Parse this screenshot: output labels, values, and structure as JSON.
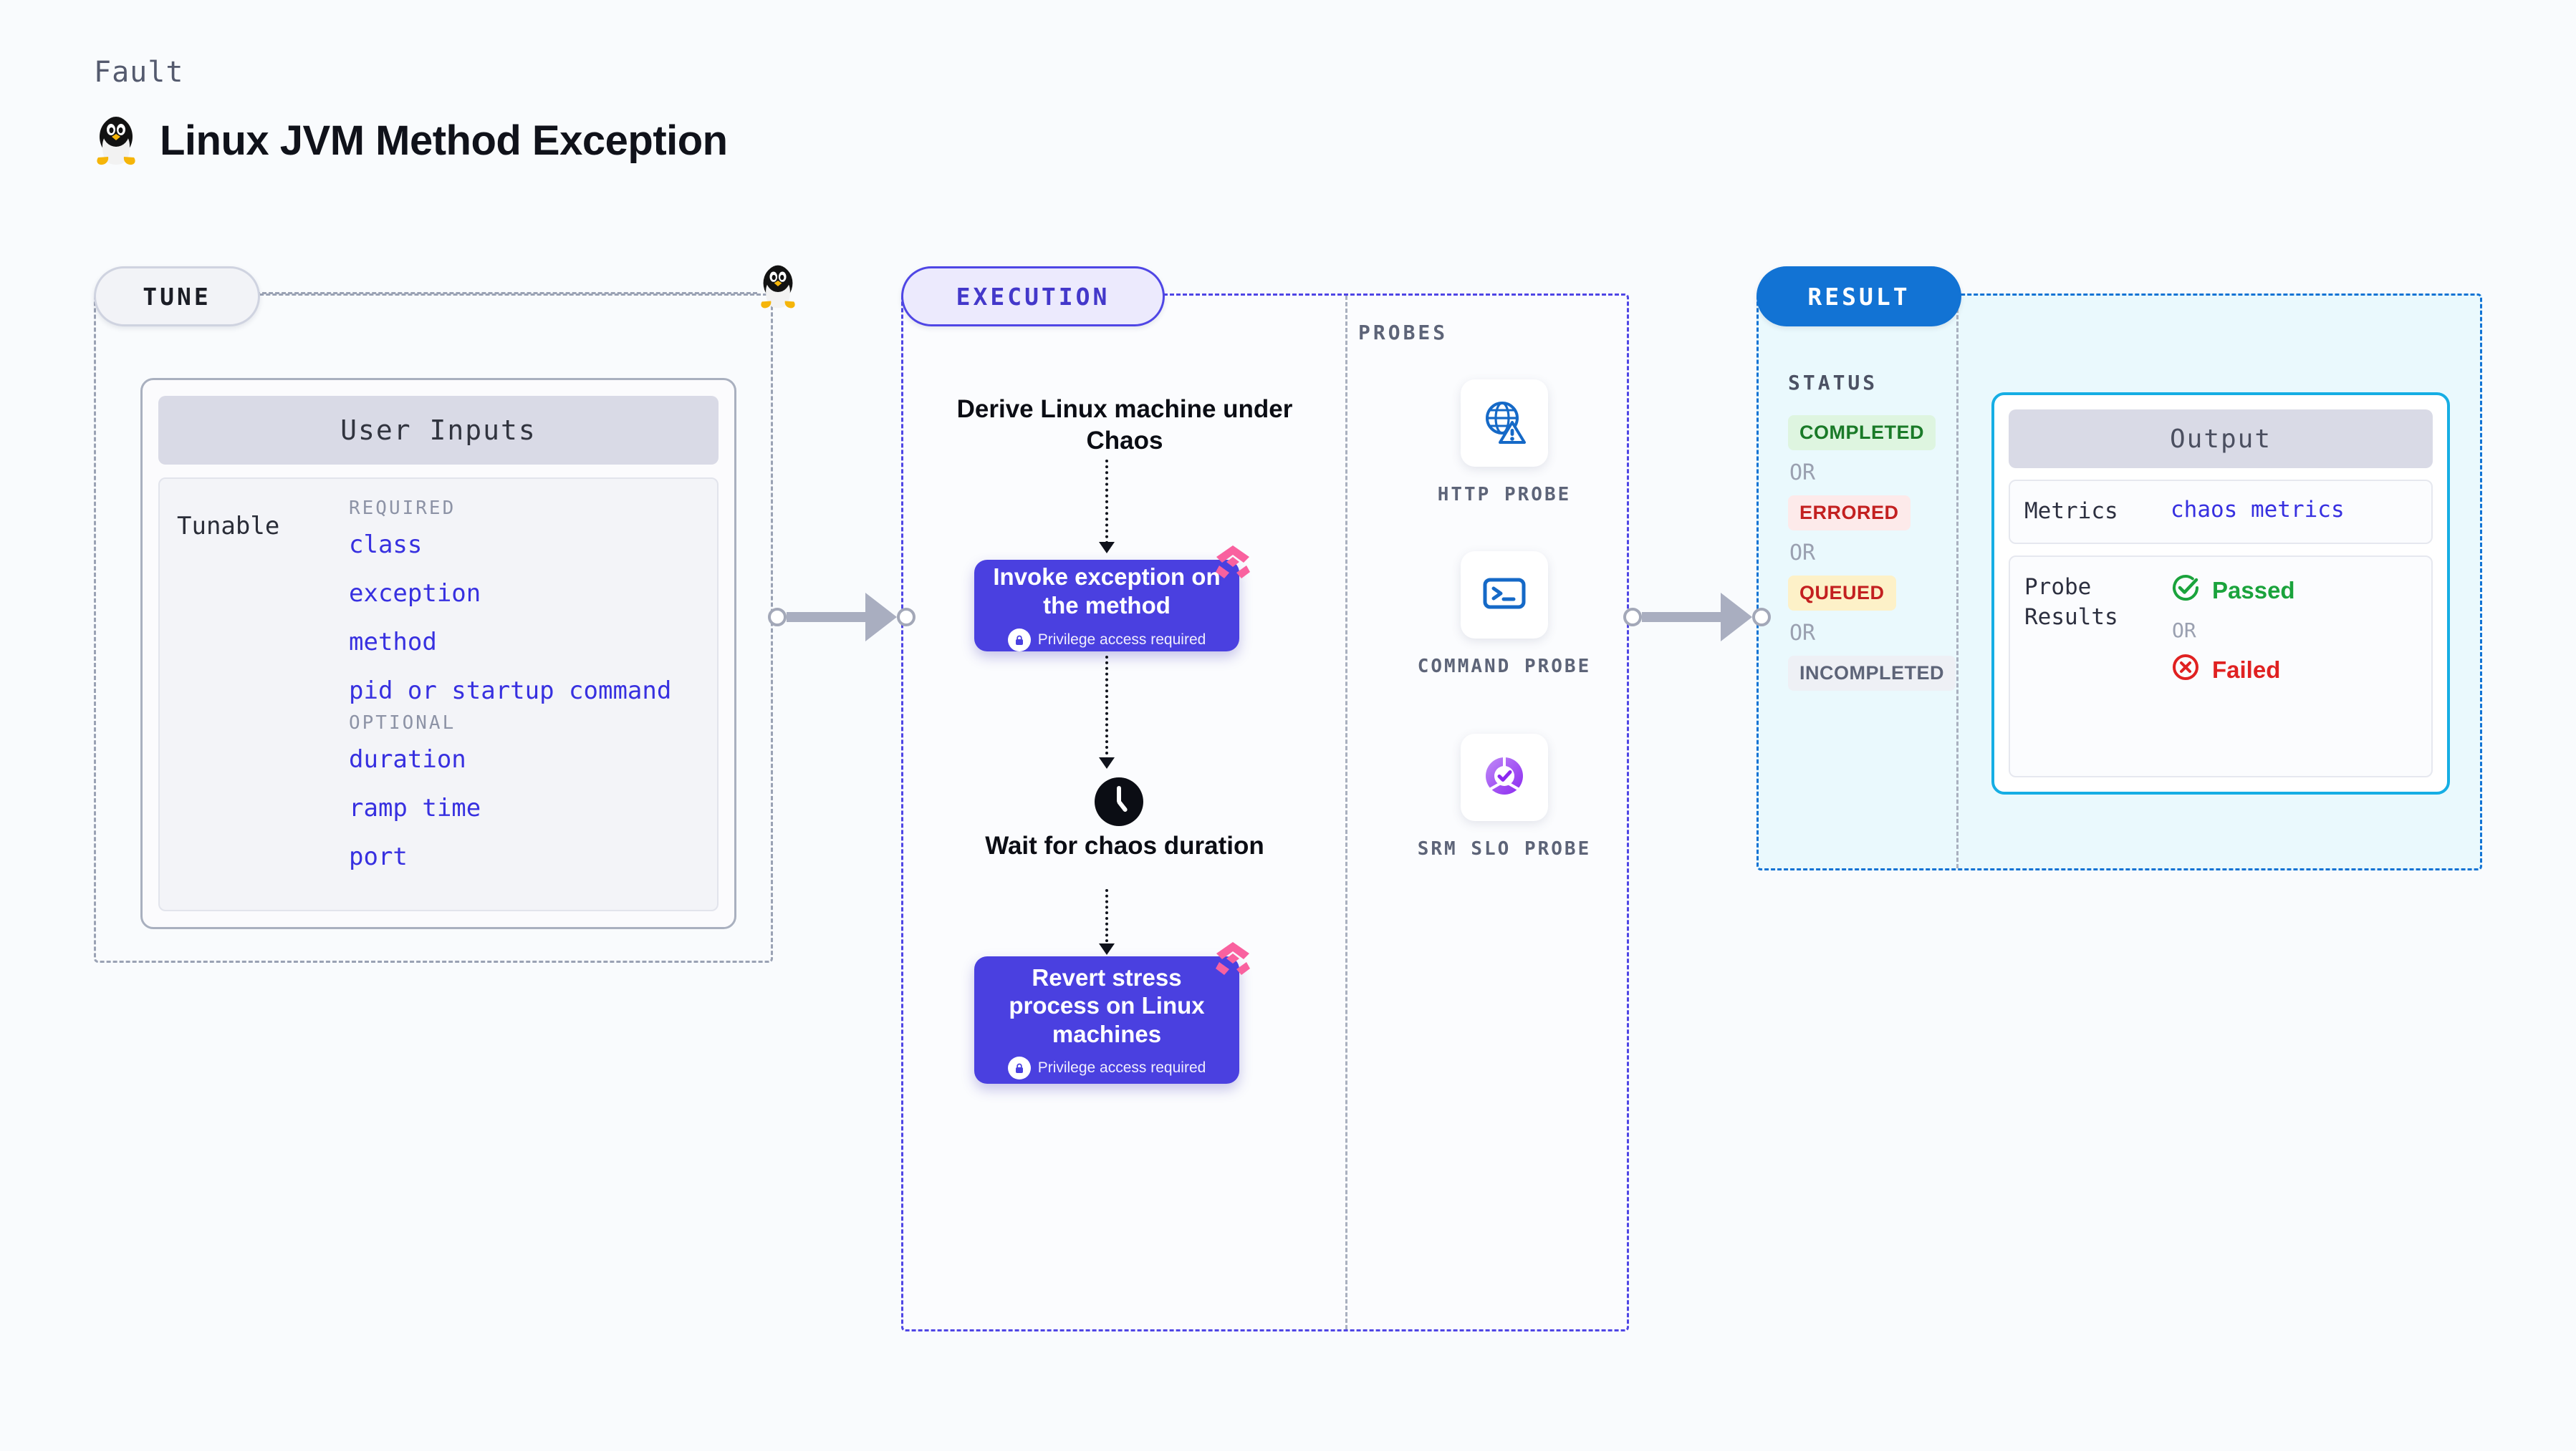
{
  "header": {
    "eyebrow": "Fault",
    "title": "Linux JVM Method Exception",
    "icon": "tux-penguin-icon"
  },
  "tune": {
    "pill_label": "TUNE",
    "card_title": "User Inputs",
    "tunable_label": "Tunable",
    "groups": [
      {
        "name": "REQUIRED",
        "params": [
          "class",
          "exception",
          "method",
          "pid or startup command"
        ]
      },
      {
        "name": "OPTIONAL",
        "params": [
          "duration",
          "ramp time",
          "port"
        ]
      }
    ]
  },
  "execution": {
    "pill_label": "EXECUTION",
    "step_derive": "Derive Linux machine under Chaos",
    "card_invoke": {
      "title": "Invoke exception on the method",
      "note": "Privilege access required",
      "note_icon": "lock-icon",
      "corner_icon": "chaos-badge-icon"
    },
    "step_wait": "Wait for chaos duration",
    "step_wait_icon": "clock-icon",
    "card_revert": {
      "title": "Revert stress process on Linux machines",
      "note": "Privilege access required",
      "note_icon": "lock-icon",
      "corner_icon": "chaos-badge-icon"
    }
  },
  "probes": {
    "label": "PROBES",
    "items": [
      {
        "name": "HTTP PROBE",
        "icon": "globe-warning-icon"
      },
      {
        "name": "COMMAND PROBE",
        "icon": "terminal-icon"
      },
      {
        "name": "SRM SLO PROBE",
        "icon": "slo-donut-check-icon"
      }
    ]
  },
  "result": {
    "pill_label": "RESULT",
    "status_label": "STATUS",
    "or_label": "OR",
    "statuses": [
      {
        "label": "COMPLETED",
        "bg": "#def5e0",
        "fg": "#1a7a28"
      },
      {
        "label": "ERRORED",
        "bg": "#fdeaea",
        "fg": "#c32020"
      },
      {
        "label": "QUEUED",
        "bg": "#fdf1c8",
        "fg": "#c32020"
      },
      {
        "label": "INCOMPLETED",
        "bg": "#eef0f5",
        "fg": "#5d6478"
      }
    ],
    "output": {
      "title": "Output",
      "metrics_key": "Metrics",
      "metrics_value": "chaos metrics",
      "probe_results_key": "Probe Results",
      "passed_label": "Passed",
      "passed_icon": "check-circle-icon",
      "failed_label": "Failed",
      "failed_icon": "x-circle-icon",
      "or_label": "OR"
    }
  },
  "colors": {
    "indigo": "#4a40e0",
    "blue": "#1273d4",
    "cyan": "#16aee4",
    "pink": "#f9619f",
    "green": "#1aa33c",
    "red": "#e02121"
  }
}
